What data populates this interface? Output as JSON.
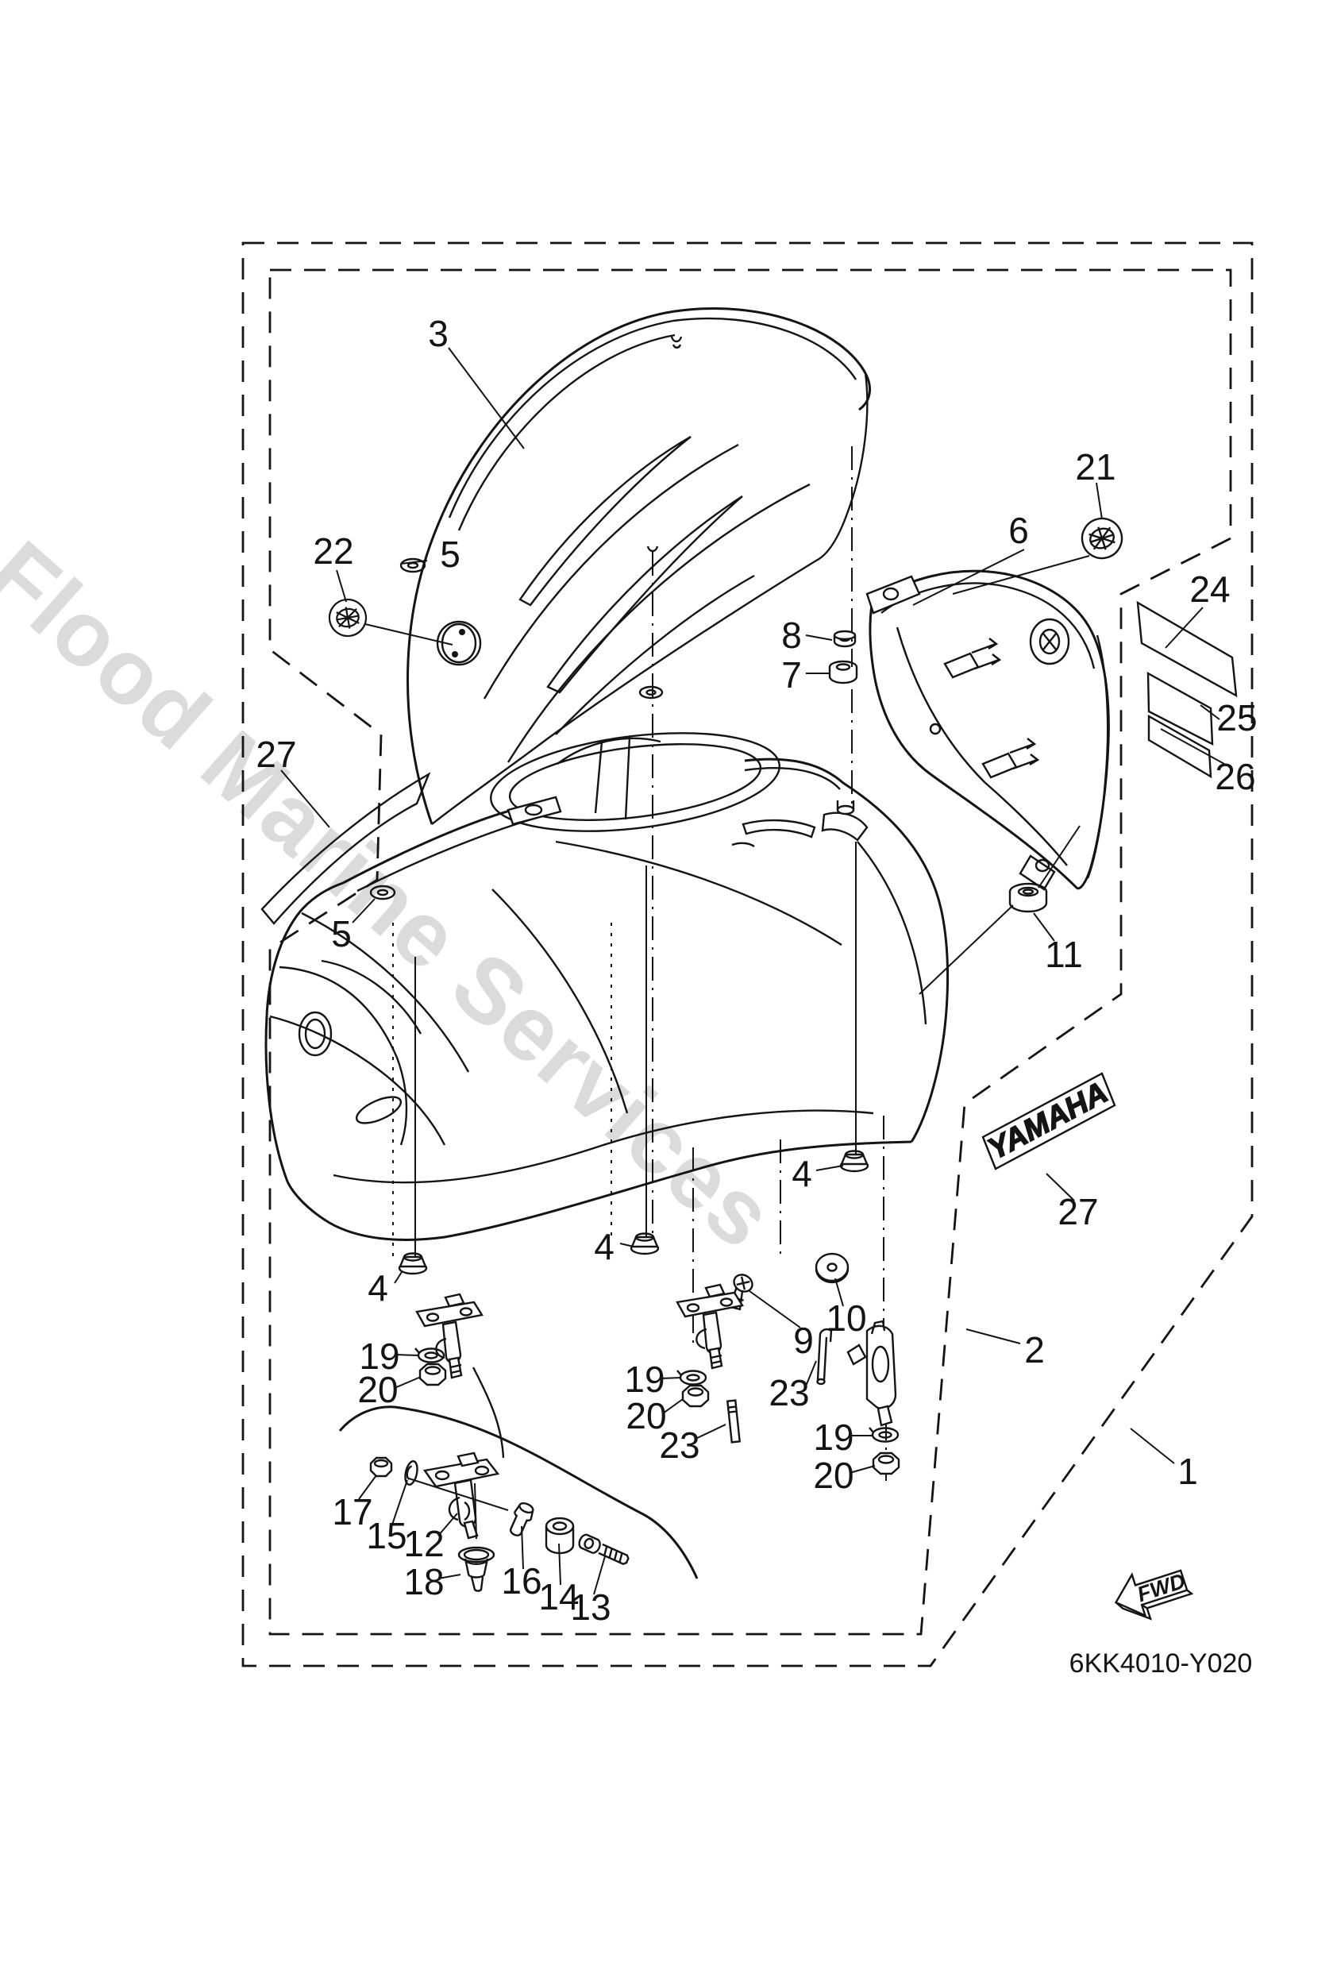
{
  "diagram": {
    "code": "6KK4010-Y020",
    "fwd_label": "FWD",
    "watermark_text": "Flood Marine Services",
    "yamaha_decal_text": "YAMAHA"
  },
  "callouts": [
    {
      "n": "3"
    },
    {
      "n": "22"
    },
    {
      "n": "5"
    },
    {
      "n": "8"
    },
    {
      "n": "7"
    },
    {
      "n": "6"
    },
    {
      "n": "21"
    },
    {
      "n": "24"
    },
    {
      "n": "25"
    },
    {
      "n": "26"
    },
    {
      "n": "27"
    },
    {
      "n": "11"
    },
    {
      "n": "5"
    },
    {
      "n": "4"
    },
    {
      "n": "4"
    },
    {
      "n": "4"
    },
    {
      "n": "9"
    },
    {
      "n": "10"
    },
    {
      "n": "2"
    },
    {
      "n": "19"
    },
    {
      "n": "20"
    },
    {
      "n": "23"
    },
    {
      "n": "19"
    },
    {
      "n": "20"
    },
    {
      "n": "23"
    },
    {
      "n": "19"
    },
    {
      "n": "20"
    },
    {
      "n": "1"
    },
    {
      "n": "17"
    },
    {
      "n": "15"
    },
    {
      "n": "12"
    },
    {
      "n": "18"
    },
    {
      "n": "16"
    },
    {
      "n": "14"
    },
    {
      "n": "13"
    },
    {
      "n": "27"
    }
  ]
}
